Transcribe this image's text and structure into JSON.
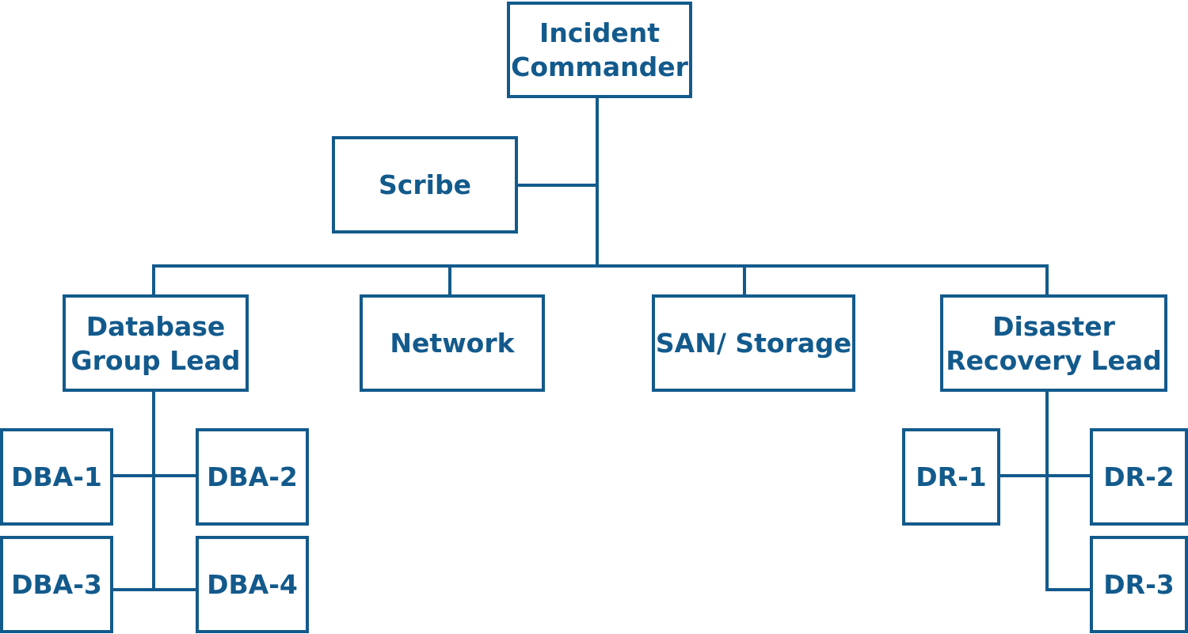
{
  "colors": {
    "line": "#135a8c",
    "text": "#135a8c",
    "background": "#ffffff"
  },
  "nodes": {
    "incident_commander": {
      "line1": "Incident",
      "line2": "Commander"
    },
    "scribe": {
      "label": "Scribe"
    },
    "database_group_lead": {
      "line1": "Database",
      "line2": "Group Lead"
    },
    "network": {
      "label": "Network"
    },
    "san_storage": {
      "label": "SAN/ Storage"
    },
    "disaster_recovery_lead": {
      "line1": "Disaster",
      "line2": "Recovery Lead"
    },
    "dba_1": {
      "label": "DBA-1"
    },
    "dba_2": {
      "label": "DBA-2"
    },
    "dba_3": {
      "label": "DBA-3"
    },
    "dba_4": {
      "label": "DBA-4"
    },
    "dr_1": {
      "label": "DR-1"
    },
    "dr_2": {
      "label": "DR-2"
    },
    "dr_3": {
      "label": "DR-3"
    }
  }
}
